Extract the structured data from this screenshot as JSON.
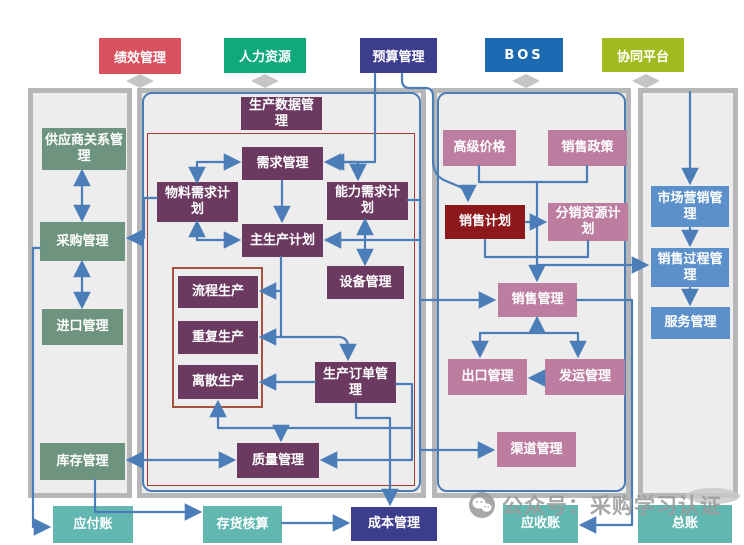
{
  "top_modules": [
    {
      "id": "performance",
      "label": "绩效管理",
      "color": "#d8515f"
    },
    {
      "id": "hr",
      "label": "人力资源",
      "color": "#10a97b"
    },
    {
      "id": "budget",
      "label": "预算管理",
      "color": "#3d3d8e"
    },
    {
      "id": "bos",
      "label": "BOS",
      "color": "#1c6bb2"
    },
    {
      "id": "collab",
      "label": "协同平台",
      "color": "#9fbb1e"
    }
  ],
  "panels": {
    "supply": {
      "nodes": {
        "srm": {
          "label": "供应商关系管理"
        },
        "purchasing": {
          "label": "采购管理"
        },
        "import": {
          "label": "进口管理"
        },
        "inventory": {
          "label": "库存管理"
        }
      }
    },
    "production": {
      "nodes": {
        "pdm": {
          "label": "生产数据管理"
        },
        "demand": {
          "label": "需求管理"
        },
        "mrp": {
          "label": "物料需求计划"
        },
        "crp": {
          "label": "能力需求计划"
        },
        "mps": {
          "label": "主生产计划"
        },
        "equipment": {
          "label": "设备管理"
        },
        "process_prod": {
          "label": "流程生产"
        },
        "repeat_prod": {
          "label": "重复生产"
        },
        "discrete_prod": {
          "label": "离散生产"
        },
        "prod_order": {
          "label": "生产订单管理"
        },
        "quality": {
          "label": "质量管理"
        }
      }
    },
    "sales": {
      "nodes": {
        "adv_price": {
          "label": "高级价格"
        },
        "sales_policy": {
          "label": "销售政策"
        },
        "sales_plan": {
          "label": "销售计划"
        },
        "drp": {
          "label": "分销资源计划"
        },
        "sales_mgmt": {
          "label": "销售管理"
        },
        "export": {
          "label": "出口管理"
        },
        "shipping": {
          "label": "发运管理"
        },
        "channel": {
          "label": "渠道管理"
        }
      }
    },
    "crm": {
      "nodes": {
        "marketing": {
          "label": "市场营销管理"
        },
        "sales_process": {
          "label": "销售过程管理"
        },
        "service": {
          "label": "服务管理"
        }
      }
    }
  },
  "finance": {
    "ap": {
      "label": "应付账"
    },
    "inv_acct": {
      "label": "存货核算"
    },
    "cost": {
      "label": "成本管理"
    },
    "ar": {
      "label": "应收账"
    },
    "gl": {
      "label": "总账"
    }
  },
  "watermark": {
    "icon": "wechat-icon",
    "text": "公众号：采购学习认证"
  },
  "palette": {
    "connector": "#4b7db8",
    "panel_bg": "#ededed",
    "panel_border": "#b7b7b7",
    "blue_frame": "#4a7db8",
    "red_frame": "#a93b35",
    "group_frame": "#a8503f",
    "diamond": "#c5c5c5",
    "node_green": "#6e9480",
    "node_plum": "#6c3a61",
    "node_pink": "#bd7da1",
    "node_darkred": "#8e191c",
    "node_blue": "#5c90cb",
    "node_teal": "#62b7b1",
    "node_navy": "#3d3d8e",
    "watermark_gray": "#9b9b9b"
  }
}
